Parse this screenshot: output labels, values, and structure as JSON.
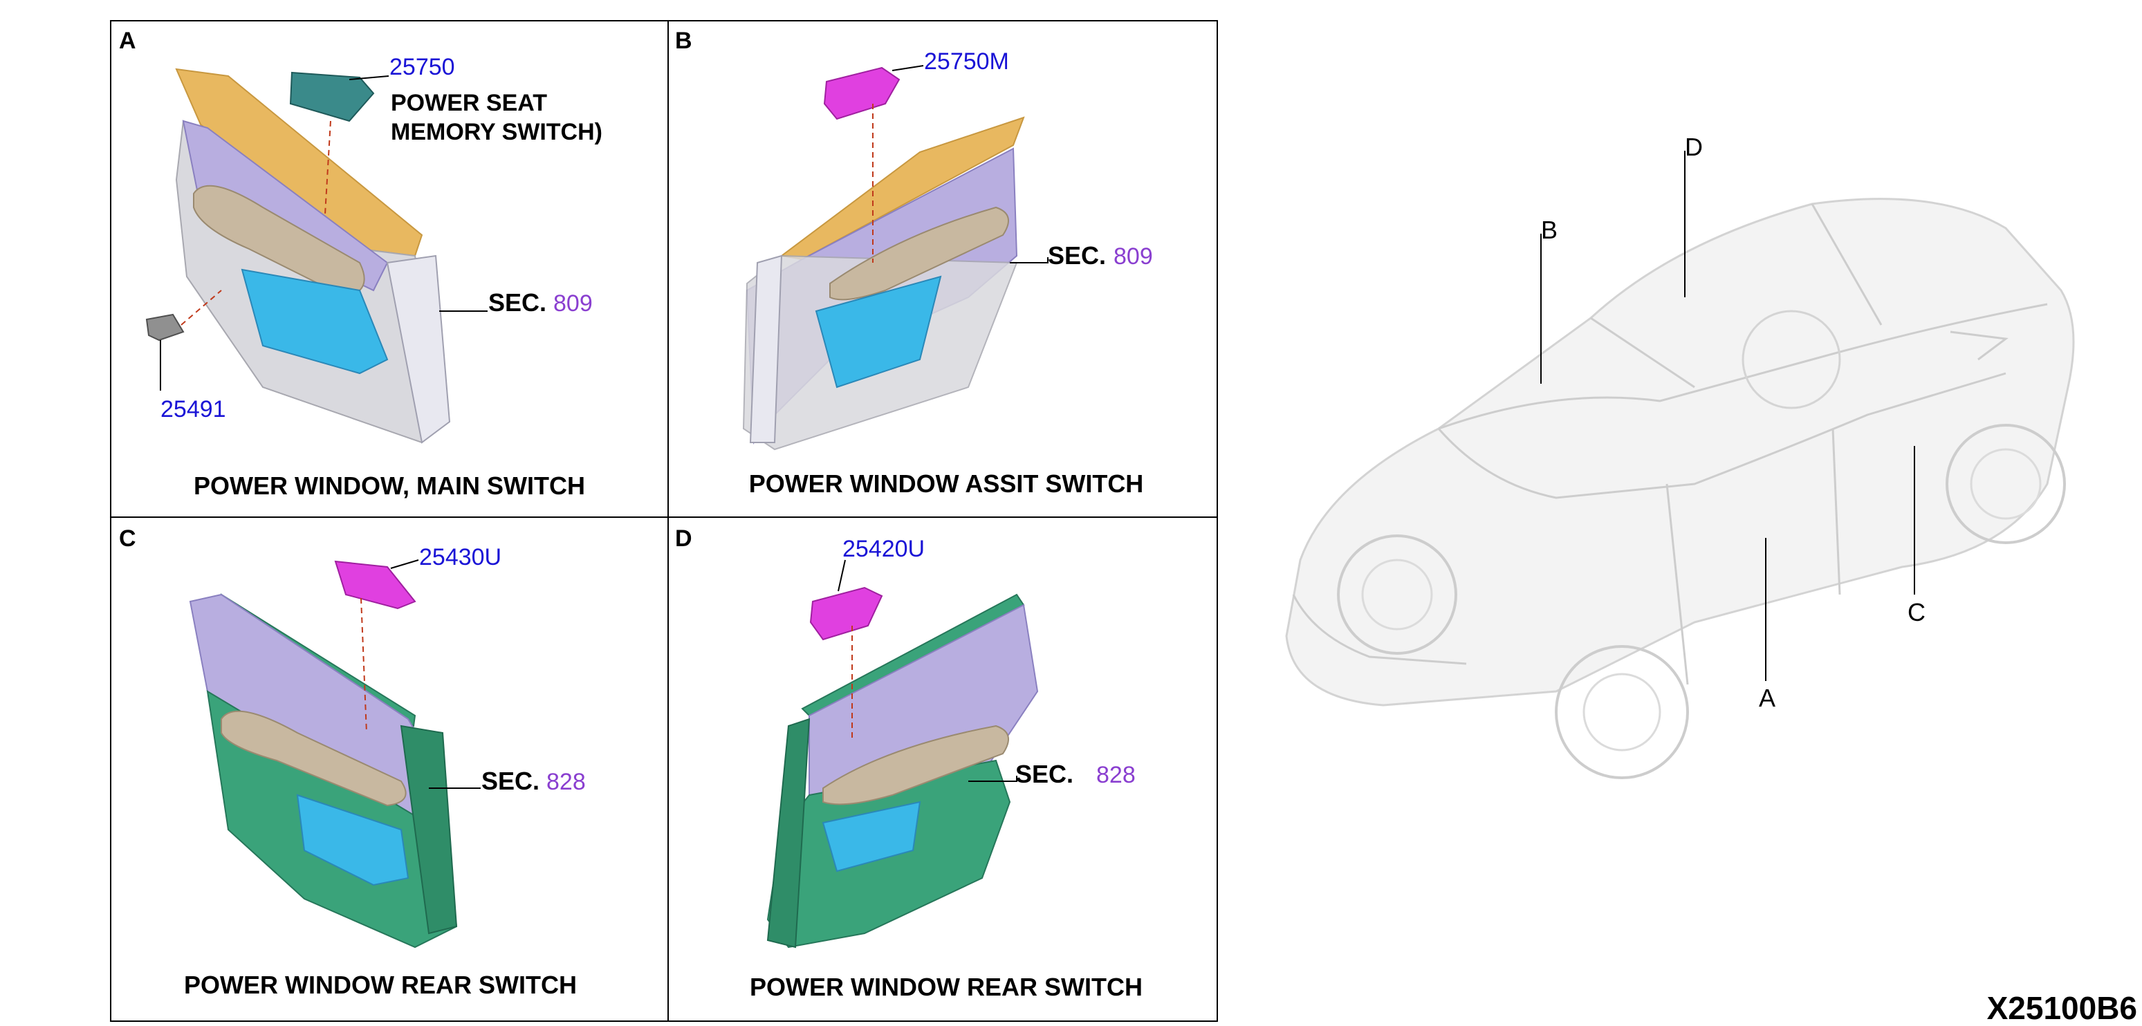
{
  "panels": [
    {
      "letter": "A",
      "caption": "POWER WINDOW, MAIN SWITCH",
      "part_main": "25750",
      "note_line1": "POWER SEAT",
      "note_line2": "MEMORY SWITCH)",
      "part_extra": "25491",
      "sec_label": "SEC.",
      "sec_number": "809"
    },
    {
      "letter": "B",
      "caption": "POWER WINDOW ASSIT SWITCH",
      "part_main": "25750M",
      "sec_label": "SEC.",
      "sec_number": "809"
    },
    {
      "letter": "C",
      "caption": "POWER WINDOW REAR SWITCH",
      "part_main": "25430U",
      "sec_label": "SEC.",
      "sec_number": "828"
    },
    {
      "letter": "D",
      "caption": "POWER WINDOW REAR SWITCH",
      "part_main": "25420U",
      "sec_label": "SEC.",
      "sec_number": "828"
    }
  ],
  "vehicle": {
    "callout_a": "A",
    "callout_b": "B",
    "callout_c": "C",
    "callout_d": "D"
  },
  "diagram_code": "X25100B6",
  "colors": {
    "part_number": "#1a14d6",
    "section_number": "#8a3fd0",
    "switch_magenta": "#e040e0",
    "trim_front": "#c8bfe0",
    "trim_rear": "#3aa37a",
    "door_top": "#e8b860"
  }
}
